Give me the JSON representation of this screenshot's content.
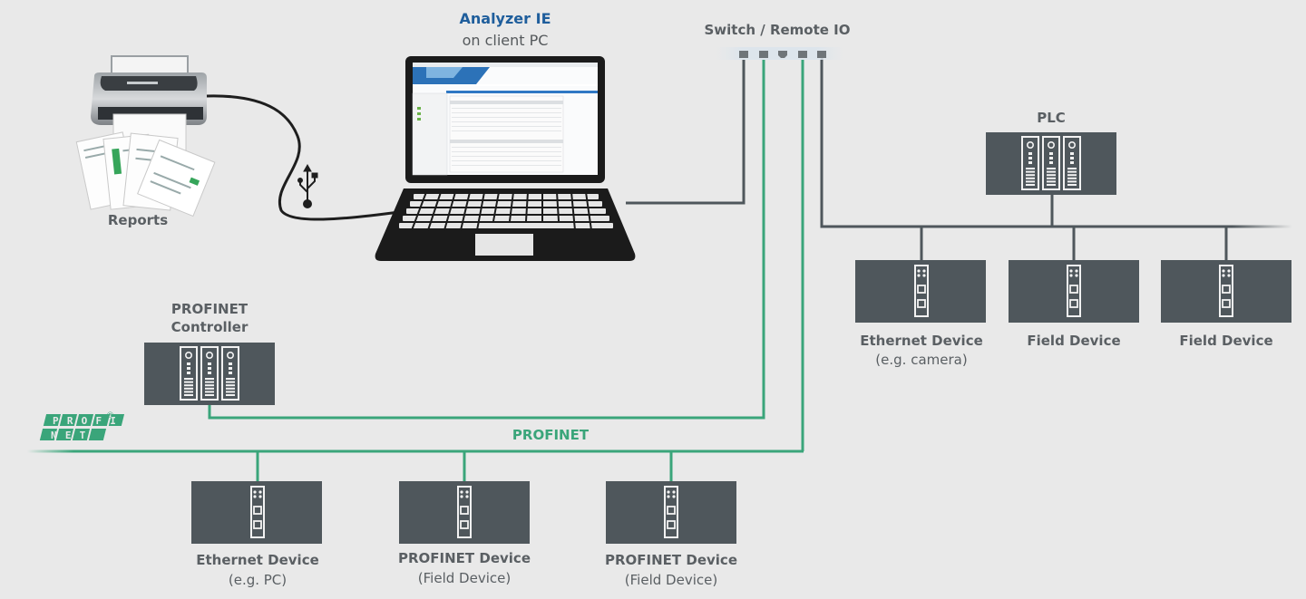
{
  "colors": {
    "background": "#e9e9e9",
    "device_box": "#4f575c",
    "profinet_green": "#3aa57a",
    "ethernet_grey": "#4f575c",
    "label_text": "#5a5f63",
    "analyzer_blue": "#1f5e9c"
  },
  "analyzer": {
    "title": "Analyzer IE",
    "subtitle": "on client PC",
    "icon": "laptop-icon"
  },
  "printer": {
    "label": "Reports",
    "icon": "printer-icon",
    "cable_icon": "usb-icon"
  },
  "switch": {
    "label": "Switch / Remote IO",
    "ports": [
      "ethernet",
      "profinet",
      "unused",
      "profinet",
      "ethernet"
    ]
  },
  "profinet_controller": {
    "label_line1": "PROFINET",
    "label_line2": "Controller",
    "icon": "plc-rack-icon"
  },
  "plc": {
    "label": "PLC",
    "icon": "plc-rack-icon"
  },
  "ethernet_devices": [
    {
      "label": "Ethernet Device",
      "sublabel": "(e.g. camera)",
      "icon": "field-device-icon"
    },
    {
      "label": "Field Device",
      "sublabel": "",
      "icon": "field-device-icon"
    },
    {
      "label": "Field Device",
      "sublabel": "",
      "icon": "field-device-icon"
    }
  ],
  "profinet_bus": {
    "label": "PROFINET",
    "logo_line1": "PROFI",
    "logo_line2": "NET",
    "logo_mark": "®"
  },
  "profinet_devices": [
    {
      "label": "Ethernet Device",
      "sublabel": "(e.g. PC)",
      "icon": "field-device-icon"
    },
    {
      "label": "PROFINET Device",
      "sublabel": "(Field Device)",
      "icon": "field-device-icon"
    },
    {
      "label": "PROFINET Device",
      "sublabel": "(Field Device)",
      "icon": "field-device-icon"
    }
  ]
}
